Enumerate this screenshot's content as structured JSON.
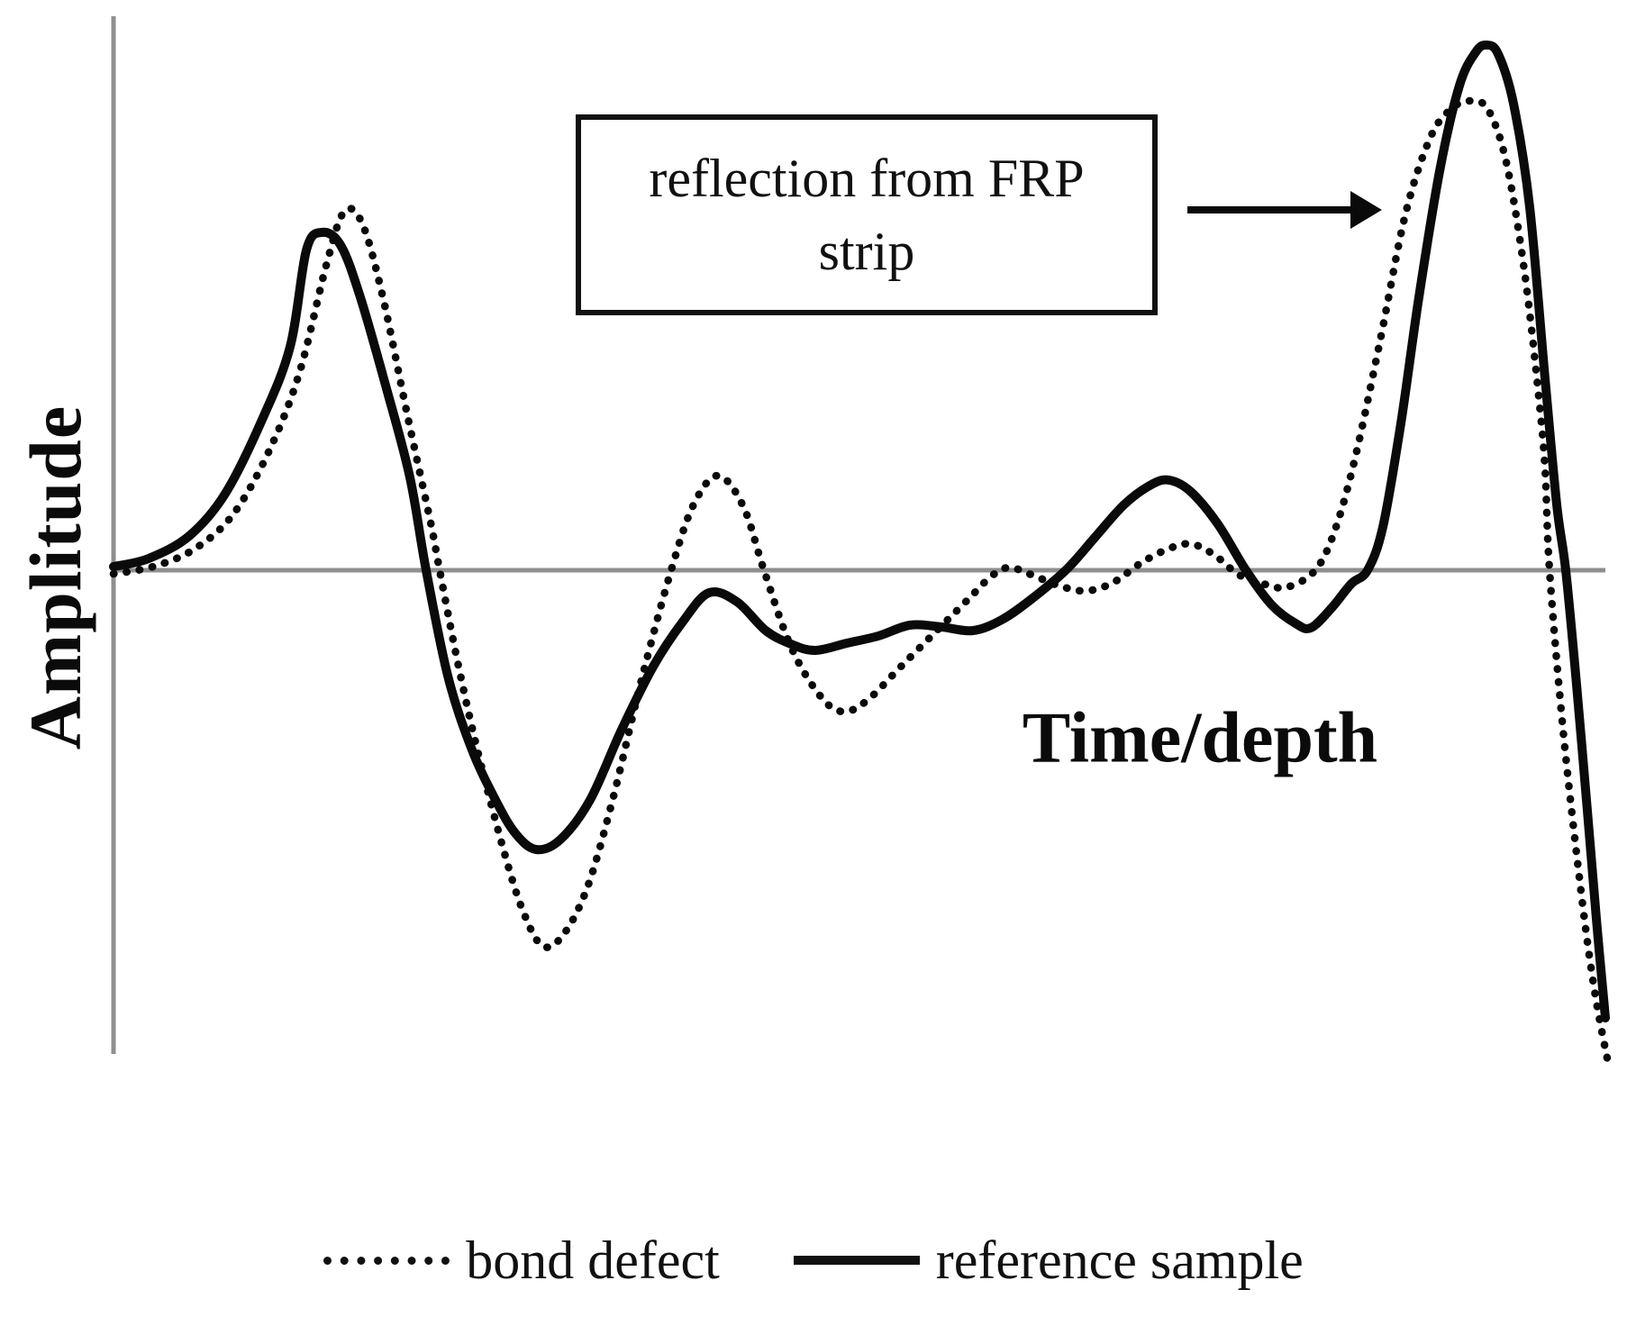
{
  "figure": {
    "y_axis_label": "Amplitude",
    "x_axis_label": "Time/depth",
    "annotation": {
      "line1": "reflection from FRP",
      "line2": "strip"
    },
    "legend": {
      "item1_label": "bond defect",
      "item2_label": "reference sample"
    },
    "colors": {
      "curve": "#0a0a0a",
      "axis": "#8f8f8f",
      "background": "#ffffff"
    }
  },
  "chart_data": {
    "type": "line",
    "title": "",
    "xlabel": "Time/depth",
    "ylabel": "Amplitude",
    "axis_tick_labels": "none (qualitative ultrasonic A-scan)",
    "grid": false,
    "zero_line": true,
    "legend_position": "bottom-center",
    "annotations": [
      {
        "text": "reflection from FRP strip",
        "style": "boxed label with right-pointing arrow",
        "points_to": "large rightmost peak of both signals"
      }
    ],
    "x_range": [
      0,
      16.6
    ],
    "y_range": [
      -5.5,
      5.9
    ],
    "series": [
      {
        "name": "bond defect",
        "line_style": "dotted",
        "points": [
          [
            0.0,
            -0.04
          ],
          [
            0.44,
            0.04
          ],
          [
            0.89,
            0.23
          ],
          [
            1.32,
            0.61
          ],
          [
            1.72,
            1.31
          ],
          [
            2.06,
            2.18
          ],
          [
            2.36,
            3.38
          ],
          [
            2.56,
            3.98
          ],
          [
            2.76,
            3.85
          ],
          [
            2.99,
            3.03
          ],
          [
            3.26,
            1.73
          ],
          [
            3.52,
            0.53
          ],
          [
            3.62,
            0.0
          ],
          [
            3.82,
            -1.02
          ],
          [
            4.04,
            -2.0
          ],
          [
            4.32,
            -3.07
          ],
          [
            4.54,
            -3.77
          ],
          [
            4.76,
            -4.17
          ],
          [
            4.99,
            -4.05
          ],
          [
            5.26,
            -3.52
          ],
          [
            5.54,
            -2.55
          ],
          [
            5.86,
            -1.22
          ],
          [
            6.19,
            0.0
          ],
          [
            6.44,
            0.73
          ],
          [
            6.71,
            1.05
          ],
          [
            6.99,
            0.71
          ],
          [
            7.22,
            0.0
          ],
          [
            7.52,
            -0.85
          ],
          [
            7.84,
            -1.39
          ],
          [
            8.09,
            -1.57
          ],
          [
            8.36,
            -1.45
          ],
          [
            8.74,
            -1.07
          ],
          [
            9.14,
            -0.67
          ],
          [
            9.49,
            -0.32
          ],
          [
            9.74,
            -0.07
          ],
          [
            9.94,
            0.03
          ],
          [
            10.19,
            -0.05
          ],
          [
            10.49,
            -0.17
          ],
          [
            10.79,
            -0.23
          ],
          [
            11.09,
            -0.14
          ],
          [
            11.42,
            0.09
          ],
          [
            11.74,
            0.25
          ],
          [
            11.97,
            0.29
          ],
          [
            12.22,
            0.17
          ],
          [
            12.49,
            -0.05
          ],
          [
            12.76,
            -0.15
          ],
          [
            13.02,
            -0.19
          ],
          [
            13.34,
            0.0
          ],
          [
            13.56,
            0.45
          ],
          [
            13.79,
            1.28
          ],
          [
            14.06,
            2.55
          ],
          [
            14.34,
            3.95
          ],
          [
            14.62,
            4.81
          ],
          [
            14.86,
            5.13
          ],
          [
            15.07,
            5.21
          ],
          [
            15.26,
            5.11
          ],
          [
            15.46,
            4.53
          ],
          [
            15.66,
            3.33
          ],
          [
            15.82,
            1.93
          ],
          [
            15.89,
            1.13
          ],
          [
            15.94,
            0.0
          ],
          [
            16.09,
            -1.77
          ],
          [
            16.29,
            -3.57
          ],
          [
            16.44,
            -4.67
          ],
          [
            16.59,
            -5.47
          ]
        ]
      },
      {
        "name": "reference sample",
        "line_style": "solid",
        "points": [
          [
            0.0,
            0.04
          ],
          [
            0.39,
            0.13
          ],
          [
            0.84,
            0.38
          ],
          [
            1.24,
            0.85
          ],
          [
            1.64,
            1.65
          ],
          [
            1.96,
            2.48
          ],
          [
            2.14,
            3.55
          ],
          [
            2.31,
            3.75
          ],
          [
            2.52,
            3.61
          ],
          [
            2.74,
            3.03
          ],
          [
            3.04,
            1.98
          ],
          [
            3.29,
            1.03
          ],
          [
            3.47,
            0.0
          ],
          [
            3.71,
            -1.17
          ],
          [
            3.97,
            -1.97
          ],
          [
            4.24,
            -2.55
          ],
          [
            4.46,
            -2.92
          ],
          [
            4.69,
            -3.1
          ],
          [
            4.96,
            -2.99
          ],
          [
            5.29,
            -2.55
          ],
          [
            5.64,
            -1.77
          ],
          [
            5.99,
            -1.07
          ],
          [
            6.32,
            -0.57
          ],
          [
            6.61,
            -0.25
          ],
          [
            6.92,
            -0.35
          ],
          [
            7.24,
            -0.67
          ],
          [
            7.52,
            -0.82
          ],
          [
            7.79,
            -0.89
          ],
          [
            8.14,
            -0.81
          ],
          [
            8.49,
            -0.73
          ],
          [
            8.84,
            -0.61
          ],
          [
            9.19,
            -0.63
          ],
          [
            9.54,
            -0.67
          ],
          [
            9.86,
            -0.55
          ],
          [
            10.19,
            -0.32
          ],
          [
            10.57,
            0.0
          ],
          [
            10.89,
            0.36
          ],
          [
            11.22,
            0.73
          ],
          [
            11.52,
            0.95
          ],
          [
            11.72,
            1.0
          ],
          [
            11.96,
            0.87
          ],
          [
            12.26,
            0.51
          ],
          [
            12.57,
            0.0
          ],
          [
            12.86,
            -0.39
          ],
          [
            13.12,
            -0.59
          ],
          [
            13.29,
            -0.64
          ],
          [
            13.52,
            -0.42
          ],
          [
            13.74,
            -0.15
          ],
          [
            13.92,
            0.0
          ],
          [
            14.09,
            0.48
          ],
          [
            14.29,
            1.63
          ],
          [
            14.49,
            3.03
          ],
          [
            14.72,
            4.43
          ],
          [
            14.94,
            5.38
          ],
          [
            15.12,
            5.75
          ],
          [
            15.24,
            5.83
          ],
          [
            15.37,
            5.73
          ],
          [
            15.54,
            5.18
          ],
          [
            15.72,
            4.03
          ],
          [
            15.89,
            2.13
          ],
          [
            16.02,
            0.73
          ],
          [
            16.12,
            0.0
          ],
          [
            16.24,
            -1.27
          ],
          [
            16.36,
            -2.67
          ],
          [
            16.46,
            -3.87
          ],
          [
            16.56,
            -4.97
          ]
        ]
      }
    ]
  }
}
